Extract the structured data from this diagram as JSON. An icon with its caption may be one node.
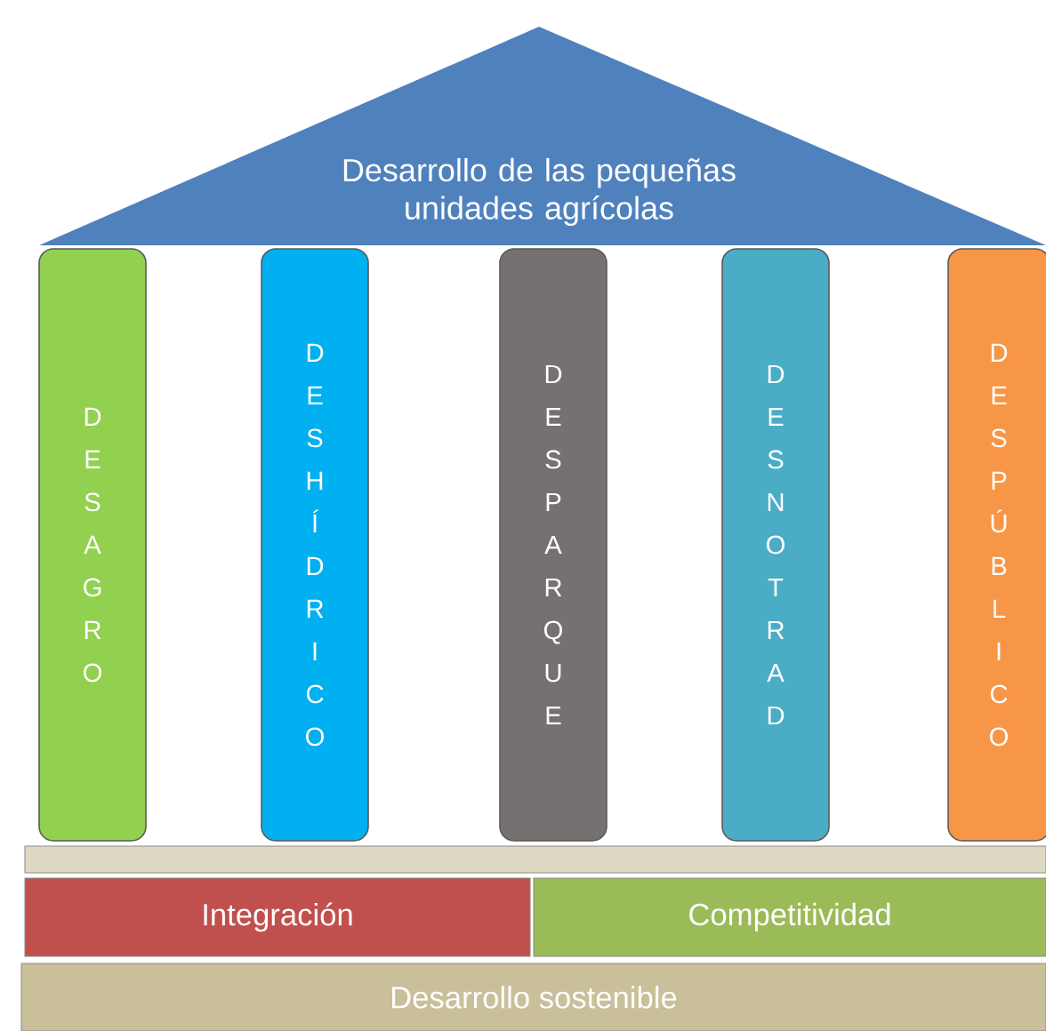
{
  "diagram": {
    "nodes": [
      {
        "text": [
          "Desarrollo de las pequeñas unidades agrícolas"
        ]
      },
      {
        "text": [
          "DESAGRO"
        ]
      },
      {
        "text": [
          "DESHÍDRICO"
        ]
      },
      {
        "text": [
          "DESPARQUE"
        ]
      },
      {
        "text": [
          "DESNOTRAD"
        ]
      },
      {
        "text": [
          "DESPÚBLICO"
        ]
      },
      {
        "text": [],
        "shape": "bar"
      },
      {
        "text": [
          "Integración"
        ]
      },
      {
        "text": [
          "Competitividad"
        ]
      },
      {
        "text": [
          "Desarrollo sostenible"
        ]
      }
    ]
  }
}
